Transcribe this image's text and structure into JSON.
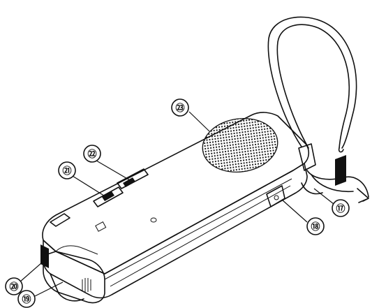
{
  "callouts": [
    {
      "id": "17",
      "label": "⑰"
    },
    {
      "id": "18",
      "label": "⑱"
    },
    {
      "id": "19",
      "label": "⑲"
    },
    {
      "id": "20",
      "label": "⑳"
    },
    {
      "id": "21",
      "label": "㉑"
    },
    {
      "id": "22",
      "label": "㉒"
    },
    {
      "id": "23",
      "label": "㉓"
    }
  ]
}
